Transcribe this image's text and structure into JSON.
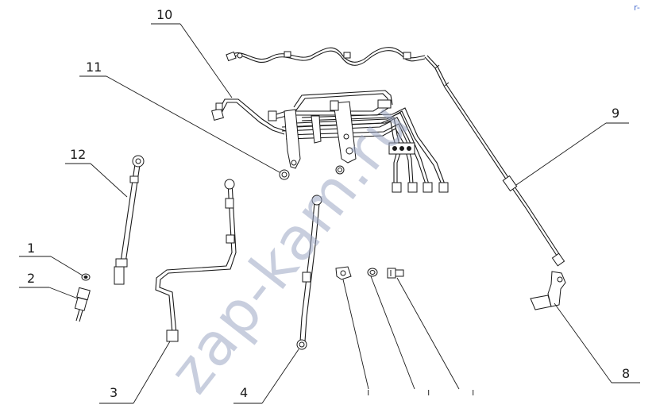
{
  "watermark": "zap-kam.ru",
  "corner_mark": "r-",
  "callouts": {
    "c1": "1",
    "c2": "2",
    "c3": "3",
    "c4": "4",
    "c8": "8",
    "c9": "9",
    "c10": "10",
    "c11": "11",
    "c12": "12"
  }
}
